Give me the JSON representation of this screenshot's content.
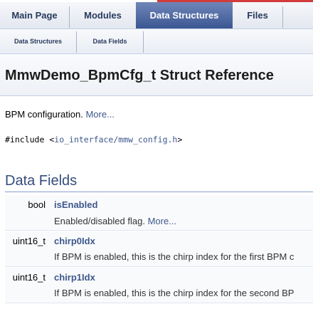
{
  "nav": {
    "main_tabs": [
      {
        "label": "Main Page",
        "active": false
      },
      {
        "label": "Modules",
        "active": false
      },
      {
        "label": "Data Structures",
        "active": true
      },
      {
        "label": "Files",
        "active": false
      }
    ],
    "sub_tabs": [
      {
        "label": "Data Structures"
      },
      {
        "label": "Data Fields"
      }
    ]
  },
  "page": {
    "title": "MmwDemo_BpmCfg_t Struct Reference",
    "brief": "BPM configuration.",
    "more_label": "More...",
    "include_keyword": "#include",
    "include_open": "<",
    "include_path": "io_interface/mmw_config.h",
    "include_close": ">"
  },
  "data_fields": {
    "heading": "Data Fields",
    "rows": [
      {
        "type": "bool",
        "name": "isEnabled",
        "desc": "Enabled/disabled flag.",
        "more": "More..."
      },
      {
        "type": "uint16_t",
        "name": "chirp0Idx",
        "desc": "If BPM is enabled, this is the chirp index for the first BPM c",
        "more": ""
      },
      {
        "type": "uint16_t",
        "name": "chirp1Idx",
        "desc": "If BPM is enabled, this is the chirp index for the second BP",
        "more": ""
      }
    ]
  },
  "colors": {
    "link": "#3d578c",
    "active_tab": "#3b5693",
    "heading": "#354c7b",
    "accent_line": "#d23b3b"
  }
}
